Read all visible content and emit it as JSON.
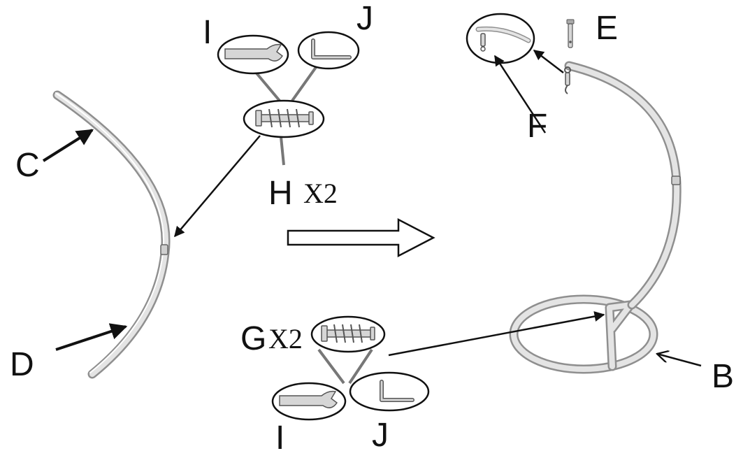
{
  "labels": {
    "b": "B",
    "c": "C",
    "d": "D",
    "e": "E",
    "f": "F",
    "g": "G",
    "h": "H",
    "i_top": "I",
    "i_bottom": "I",
    "j_top": "J",
    "j_bottom": "J"
  },
  "quantities": {
    "h_qty": "X2",
    "g_qty": "X2"
  },
  "colors": {
    "tube_outline": "#8f8f8f",
    "tube_fill": "#e4e4e4",
    "ink": "#111111",
    "connector": "#777777"
  },
  "icons": {
    "transition": "right-arrow-outline",
    "wrench": "open-end-wrench",
    "hex_key": "allen-key",
    "bolt_set": "bolt-assembly",
    "pin": "clevis-pin",
    "hook": "spring-hook"
  }
}
